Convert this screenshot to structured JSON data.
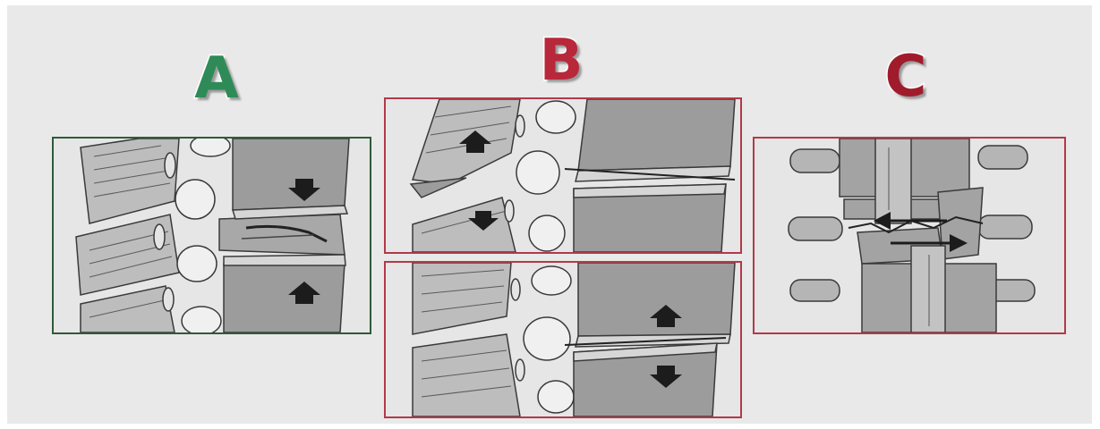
{
  "labels": {
    "a": "A",
    "b": "B",
    "c": "C"
  },
  "colors": {
    "label_a": "#2e8b57",
    "label_b": "#b8283a",
    "label_c": "#a01c2c",
    "frame_a": "#2f5a3a",
    "frame_b": "#b23a48",
    "frame_c": "#b23a48",
    "bone_fill": "#9c9c9c",
    "bone_light": "#c9c9c9",
    "disc_fill": "#e4e4e4",
    "line": "#3a3a3a",
    "arrow": "#1c1c1c",
    "background": "#e9e9e9"
  },
  "panels": [
    {
      "id": "A",
      "description_icon": "compression-fracture-illustration",
      "arrows": [
        "down",
        "up"
      ]
    },
    {
      "id": "B-top",
      "description_icon": "distraction-injury-illustration",
      "arrows": [
        "up",
        "down"
      ]
    },
    {
      "id": "B-bottom",
      "description_icon": "distraction-injury-illustration",
      "arrows": [
        "up",
        "down"
      ]
    },
    {
      "id": "C",
      "description_icon": "rotational-shear-injury-illustration",
      "arrows": [
        "left",
        "right"
      ]
    }
  ]
}
